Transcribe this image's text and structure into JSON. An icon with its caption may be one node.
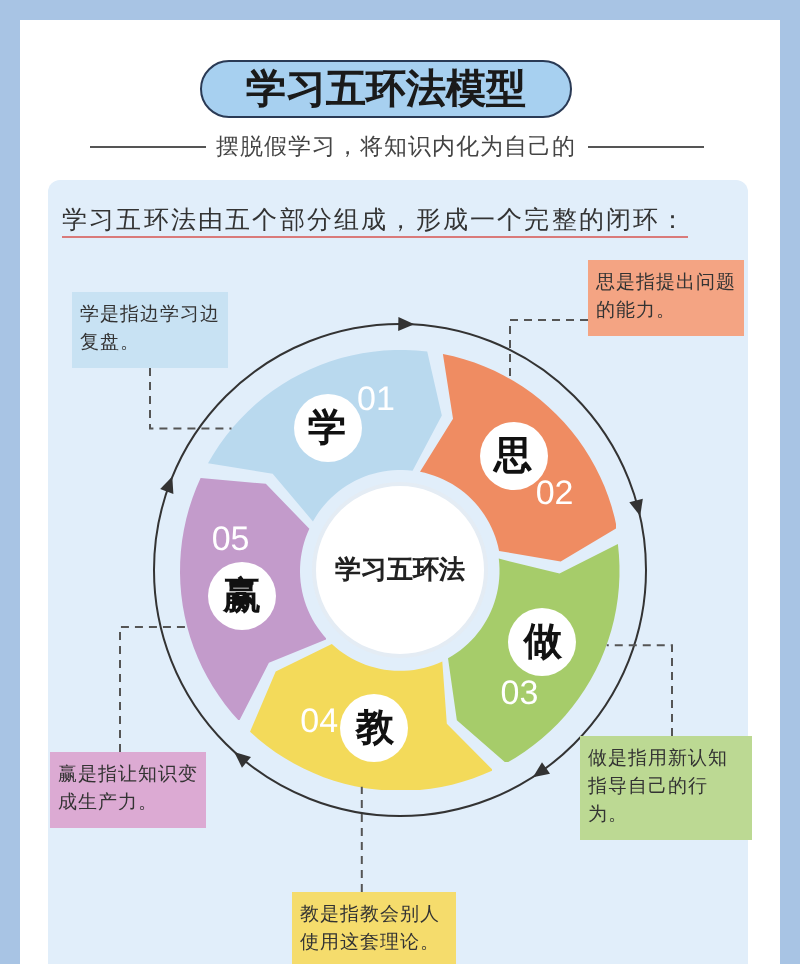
{
  "diagram": {
    "title": "学习五环法模型",
    "nodes": [
      {
        "text": [
          "01",
          "学"
        ]
      },
      {
        "text": [
          "02",
          "思"
        ]
      },
      {
        "text": [
          "做",
          "03"
        ]
      },
      {
        "text": [
          "04",
          "教"
        ]
      },
      {
        "text": [
          "05",
          "赢"
        ]
      },
      {
        "text": [
          "学习五环法"
        ]
      },
      {
        "text": [
          "学是指边学习边复盘。"
        ]
      },
      {
        "text": [
          "思是指提出问题的能力。"
        ]
      },
      {
        "text": [
          "做是指用新认知指导自己的行为。"
        ]
      },
      {
        "text": [
          "教是指教会别人使用这套理论。"
        ]
      },
      {
        "text": [
          "赢是指让知识变成生产力。"
        ]
      }
    ],
    "edges": [
      {
        "from": 6,
        "to": 0,
        "arrow": "none",
        "style": "dashed"
      },
      {
        "from": 7,
        "to": 1,
        "arrow": "none",
        "style": "dashed"
      },
      {
        "from": 8,
        "to": 2,
        "arrow": "none",
        "style": "dashed"
      },
      {
        "from": 9,
        "to": 3,
        "arrow": "none",
        "style": "dashed"
      },
      {
        "from": 10,
        "to": 4,
        "arrow": "none",
        "style": "dashed"
      }
    ],
    "labels": [
      "摆脱假学习，将知识内化为自己的",
      "学习五环法由五个部分组成，形成一个完整的闭环："
    ]
  }
}
